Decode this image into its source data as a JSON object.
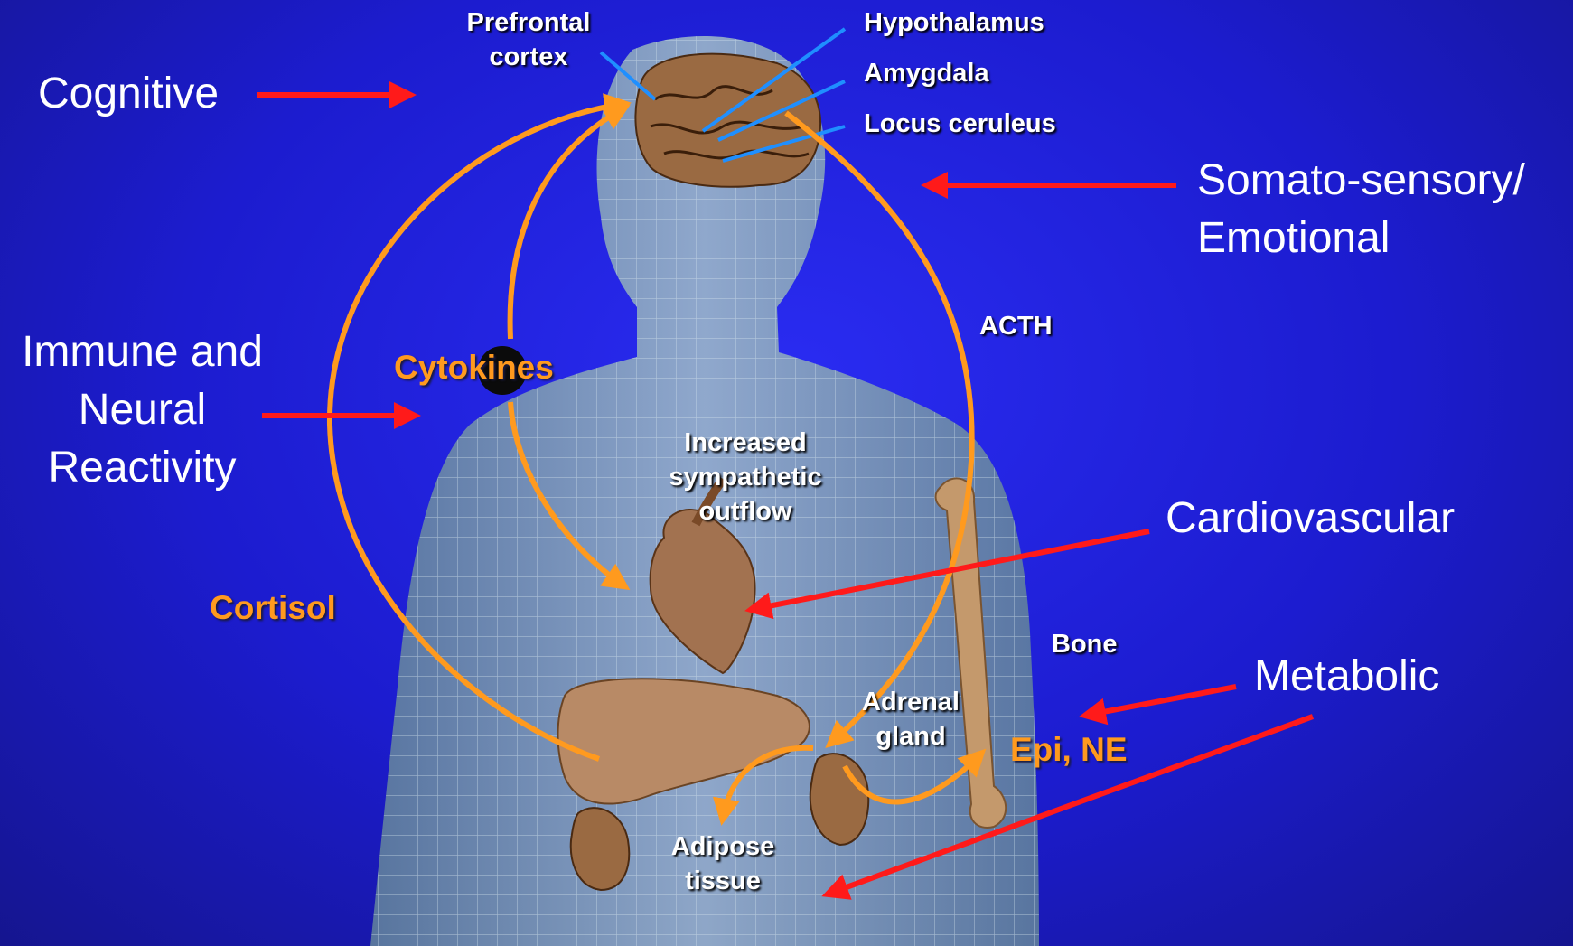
{
  "colors": {
    "background": "#1c1ccf",
    "stressor_arrow": "#ff1a1a",
    "pathway_arrow": "#ff9a1e",
    "pointer_line": "#1f8fff",
    "body_mesh": "#8fb0c8",
    "organ": "#a27250"
  },
  "stressors": {
    "cognitive": "Cognitive",
    "somato_line1": "Somato-sensory/",
    "somato_line2": "Emotional",
    "immune_line1": "Immune and",
    "immune_line2": "Neural",
    "immune_line3": "Reactivity",
    "cardiovascular": "Cardiovascular",
    "metabolic": "Metabolic"
  },
  "brain_regions": {
    "prefrontal_line1": "Prefrontal",
    "prefrontal_line2": "cortex",
    "hypothalamus": "Hypothalamus",
    "amygdala": "Amygdala",
    "locus_ceruleus": "Locus ceruleus"
  },
  "mediators": {
    "cytokines": "Cytokines",
    "cortisol": "Cortisol",
    "acth": "ACTH",
    "epi_ne": "Epi, NE"
  },
  "body_labels": {
    "sympathetic_line1": "Increased",
    "sympathetic_line2": "sympathetic",
    "sympathetic_line3": "outflow",
    "bone": "Bone",
    "adrenal_line1": "Adrenal",
    "adrenal_line2": "gland",
    "adipose_line1": "Adipose",
    "adipose_line2": "tissue"
  }
}
